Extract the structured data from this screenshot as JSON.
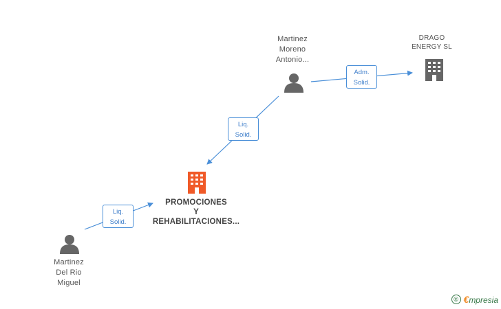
{
  "nodes": {
    "promociones": {
      "name_lines": [
        "PROMOCIONES",
        "Y",
        "REHABILITACIONES..."
      ],
      "type": "company",
      "color": "#f05a28"
    },
    "drago": {
      "name_lines": [
        "DRAGO",
        "ENERGY SL"
      ],
      "type": "company",
      "color": "#666666"
    },
    "moreno": {
      "name_lines": [
        "Martinez",
        "Moreno",
        "Antonio..."
      ],
      "type": "person",
      "color": "#666666"
    },
    "delrio": {
      "name_lines": [
        "Martinez",
        "Del Rio",
        "Miguel"
      ],
      "type": "person",
      "color": "#666666"
    }
  },
  "relations": {
    "moreno_to_promociones": {
      "lines": [
        "Liq.",
        "Solid."
      ]
    },
    "moreno_to_drago": {
      "lines": [
        "Adm.",
        "Solid."
      ]
    },
    "delrio_to_promociones": {
      "lines": [
        "Liq.",
        "Solid."
      ]
    }
  },
  "branding": {
    "copyright": "©",
    "logo_first": "€",
    "logo_rest": "mpresia"
  },
  "colors": {
    "edge": "#4a8fd8",
    "accent": "#f05a28",
    "icon": "#666666"
  }
}
